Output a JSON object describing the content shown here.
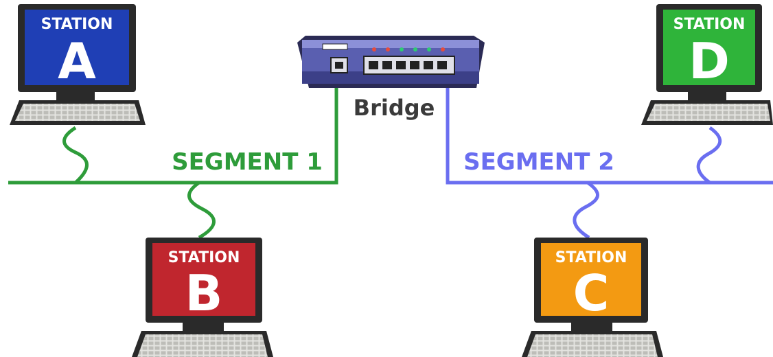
{
  "bridge": {
    "label": "Bridge"
  },
  "segments": [
    {
      "label": "SEGMENT 1",
      "color": "#2e9c3a"
    },
    {
      "label": "SEGMENT 2",
      "color": "#6a6ef0"
    }
  ],
  "stations": [
    {
      "id": "A",
      "heading": "STATION",
      "letter": "A",
      "color": "#1f3fb5",
      "segment": "SEGMENT 1"
    },
    {
      "id": "B",
      "heading": "STATION",
      "letter": "B",
      "color": "#c0262e",
      "segment": "SEGMENT 1"
    },
    {
      "id": "C",
      "heading": "STATION",
      "letter": "C",
      "color": "#f39a12",
      "segment": "SEGMENT 2"
    },
    {
      "id": "D",
      "heading": "STATION",
      "letter": "D",
      "color": "#2fb43a",
      "segment": "SEGMENT 2"
    }
  ],
  "colors": {
    "monitor_frame": "#2a2a2a",
    "keyboard": "#d8d8d4",
    "bridge_body": "#5a5fb0",
    "text_dark": "#3a3a3a"
  }
}
